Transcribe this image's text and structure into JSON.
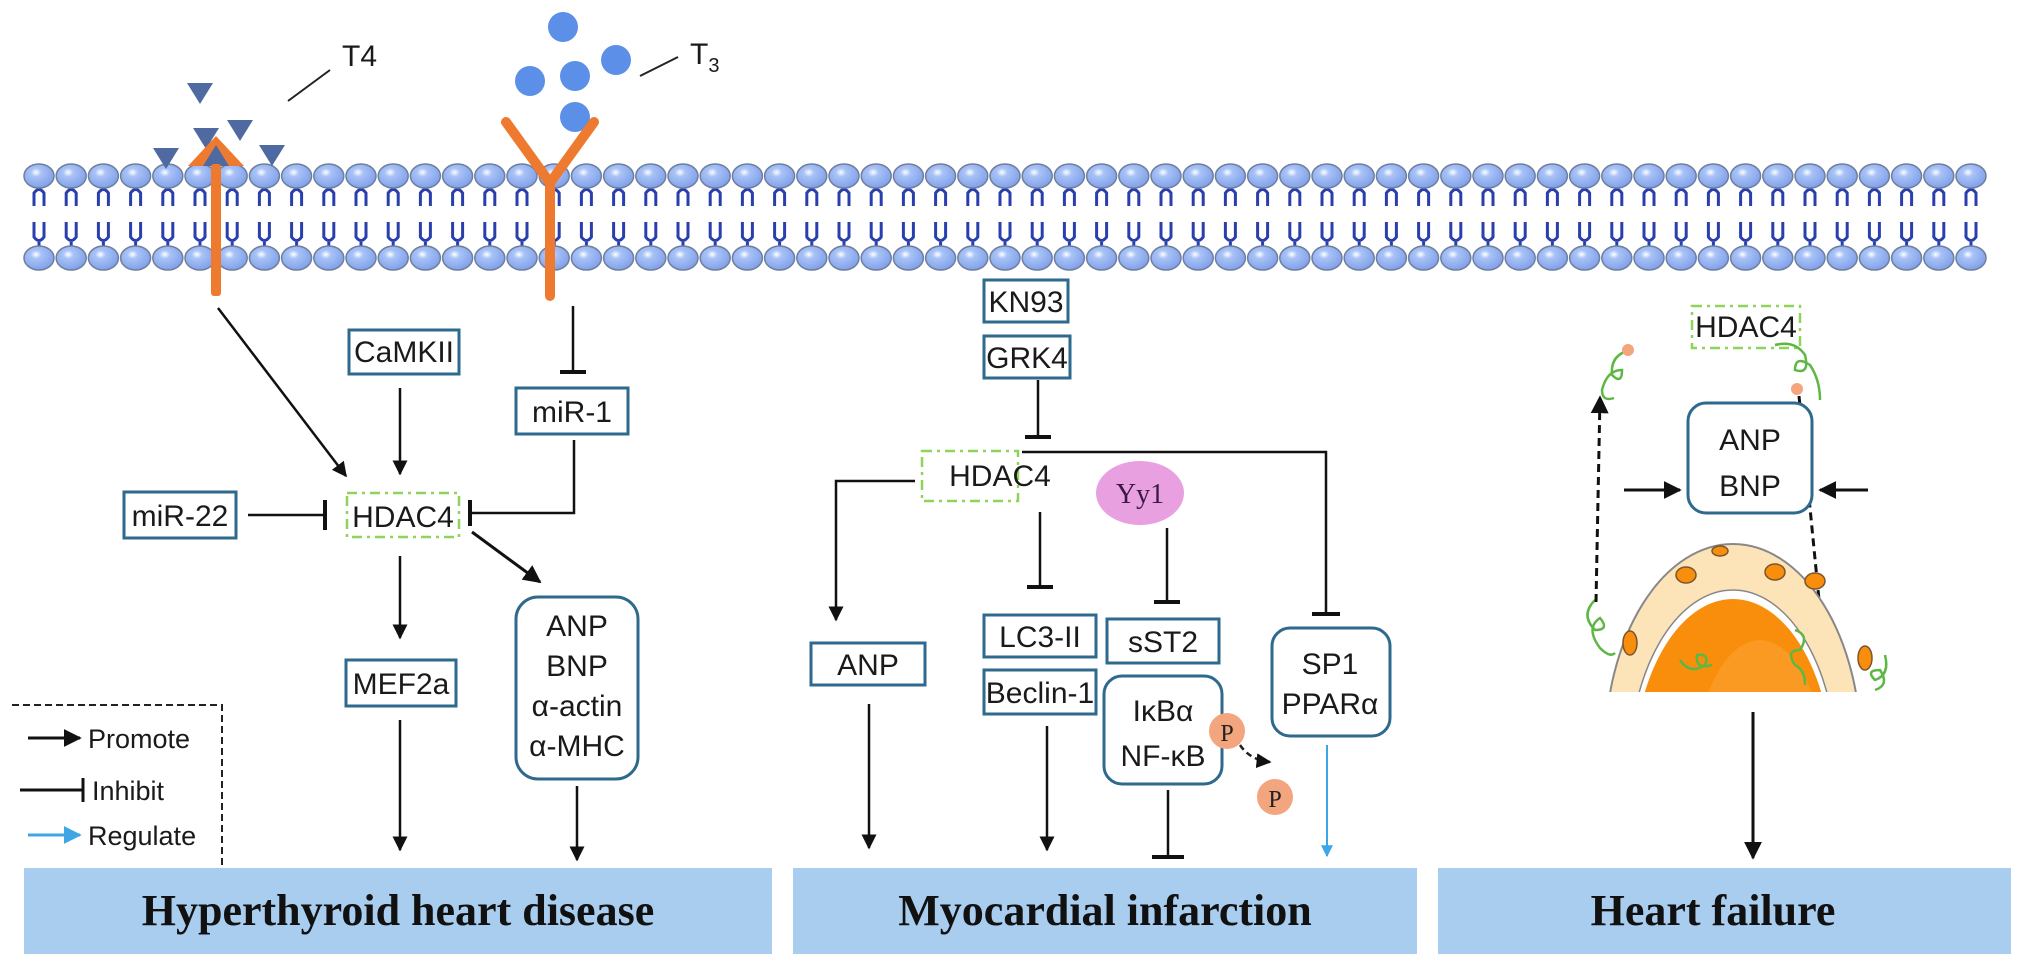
{
  "figure": {
    "type": "signaling pathway diagram",
    "colors": {
      "box_border": "#2e6a8e",
      "hdac4_border": "#8fd45a",
      "bar_fill": "#a9cdee",
      "receptor": "#ee7a30",
      "t4_marker": "#4e6aa0",
      "t3_marker": "#5b8fe8",
      "membrane_head": "#8eaff2",
      "membrane_tail": "#2a3fae",
      "yy1_fill": "#e8a0e0",
      "phospho_fill": "#f3a57e",
      "regulate_arrow": "#3fa6e6",
      "nucleus_outer": "#fde3b8",
      "nucleus_inner": "#f98d0c"
    }
  },
  "ligands": {
    "t4_label": "T4",
    "t3_label": "T",
    "t3_subscript": "3"
  },
  "panels": {
    "hyperthyroid": {
      "camkii": "CaMKII",
      "mir1": "miR-1",
      "mir22": "miR-22",
      "hdac4": "HDAC4",
      "mef2a": "MEF2a",
      "genes": [
        "ANP",
        "BNP",
        "α-actin",
        "α-MHC"
      ],
      "disease": "Hyperthyroid heart disease"
    },
    "myocardial": {
      "kn93": "KN93",
      "grk4": "GRK4",
      "hdac4": "HDAC4",
      "yy1": "Yy1",
      "anp": "ANP",
      "lc3": "LC3-II",
      "beclin": "Beclin-1",
      "sst2": "sST2",
      "nfkb": [
        "IκBα",
        "NF-κB"
      ],
      "phospho": "P",
      "sp1": [
        "SP1",
        "PPARα"
      ],
      "disease": "Myocardial infarction"
    },
    "heart_failure": {
      "hdac4": "HDAC4",
      "peptides": [
        "ANP",
        "BNP"
      ],
      "disease": "Heart failure"
    }
  },
  "legend": {
    "items": [
      {
        "label": "Promote",
        "symbol": "arrow",
        "color": "#111111"
      },
      {
        "label": "Inhibit",
        "symbol": "t-bar",
        "color": "#111111"
      },
      {
        "label": "Regulate",
        "symbol": "arrow",
        "color": "#3fa6e6"
      }
    ]
  }
}
